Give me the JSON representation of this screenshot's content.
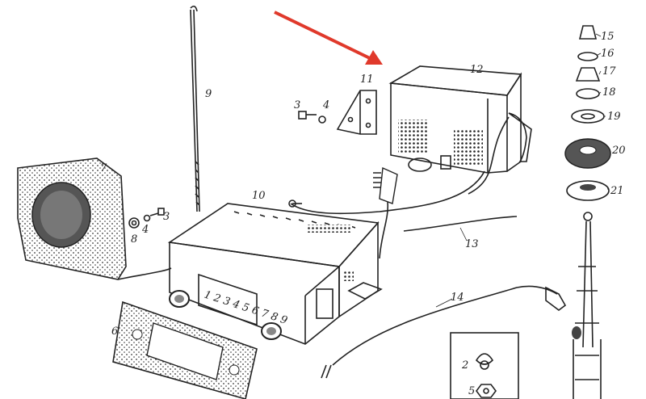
{
  "diagram": {
    "accent_color": "#e0392b",
    "arrow": "pointer-arrow",
    "dial_digits": "1 2 3 4 5 6 7 8 9",
    "parts": [
      {
        "id": "p2",
        "label": "2",
        "name": "wing-nut"
      },
      {
        "id": "p3a",
        "label": "3",
        "name": "bolt"
      },
      {
        "id": "p3b",
        "label": "3",
        "name": "bolt"
      },
      {
        "id": "p4a",
        "label": "4",
        "name": "washer"
      },
      {
        "id": "p4b",
        "label": "4",
        "name": "washer"
      },
      {
        "id": "p5",
        "label": "5",
        "name": "hex-nut"
      },
      {
        "id": "p6",
        "label": "6",
        "name": "front-panel-frame"
      },
      {
        "id": "p7",
        "label": "7",
        "name": "loudspeaker"
      },
      {
        "id": "p8",
        "label": "8",
        "name": "rubber-washer"
      },
      {
        "id": "p9",
        "label": "9",
        "name": "rod"
      },
      {
        "id": "p10",
        "label": "10",
        "name": "radio-receiver"
      },
      {
        "id": "p11",
        "label": "11",
        "name": "mounting-bracket"
      },
      {
        "id": "p12",
        "label": "12",
        "name": "power-supply-unit"
      },
      {
        "id": "p13",
        "label": "13",
        "name": "cable"
      },
      {
        "id": "p14",
        "label": "14",
        "name": "antenna-cable"
      },
      {
        "id": "p15",
        "label": "15",
        "name": "cap-nut"
      },
      {
        "id": "p16",
        "label": "16",
        "name": "washer"
      },
      {
        "id": "p17",
        "label": "17",
        "name": "bushing"
      },
      {
        "id": "p18",
        "label": "18",
        "name": "ring"
      },
      {
        "id": "p19",
        "label": "19",
        "name": "gasket"
      },
      {
        "id": "p20",
        "label": "20",
        "name": "rubber-seal"
      },
      {
        "id": "p21",
        "label": "21",
        "name": "base-washer"
      }
    ]
  }
}
